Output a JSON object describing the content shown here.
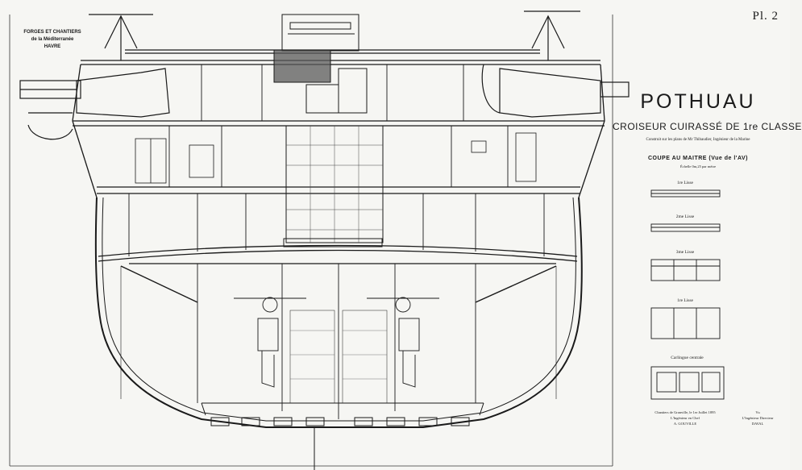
{
  "plate": "Pl. 2",
  "yard": [
    "FORGES ET CHANTIERS",
    "de la Méditerranée",
    "HAVRE"
  ],
  "ship_name": "POTHUAU",
  "subtitle": "CROISEUR CUIRASSÉ DE 1re CLASSE",
  "credit": "Construit sur les plans de Mr Thibaudier, Ingénieur de la Marine",
  "section_title": "COUPE AU MAITRE (Vue de l'AV)",
  "scale": "Échelle 0m,25 par mètre",
  "detail_labels": [
    "1re Lisse",
    "2me Lisse",
    "3me Lisse",
    "1re Lisse",
    "Carlingue centrale"
  ],
  "signature_left": [
    "Chantiers de Granville, le 1er Juillet 1895",
    "L'Ingénieur en Chef",
    "A. GOUVILLE"
  ],
  "signature_right": [
    "Vu",
    "L'Ingénieur Directeur",
    "DAVAL"
  ],
  "colors": {
    "paper": "#f6f6f3",
    "ink": "#1a1a1a",
    "shade": "#5a5a5a"
  }
}
